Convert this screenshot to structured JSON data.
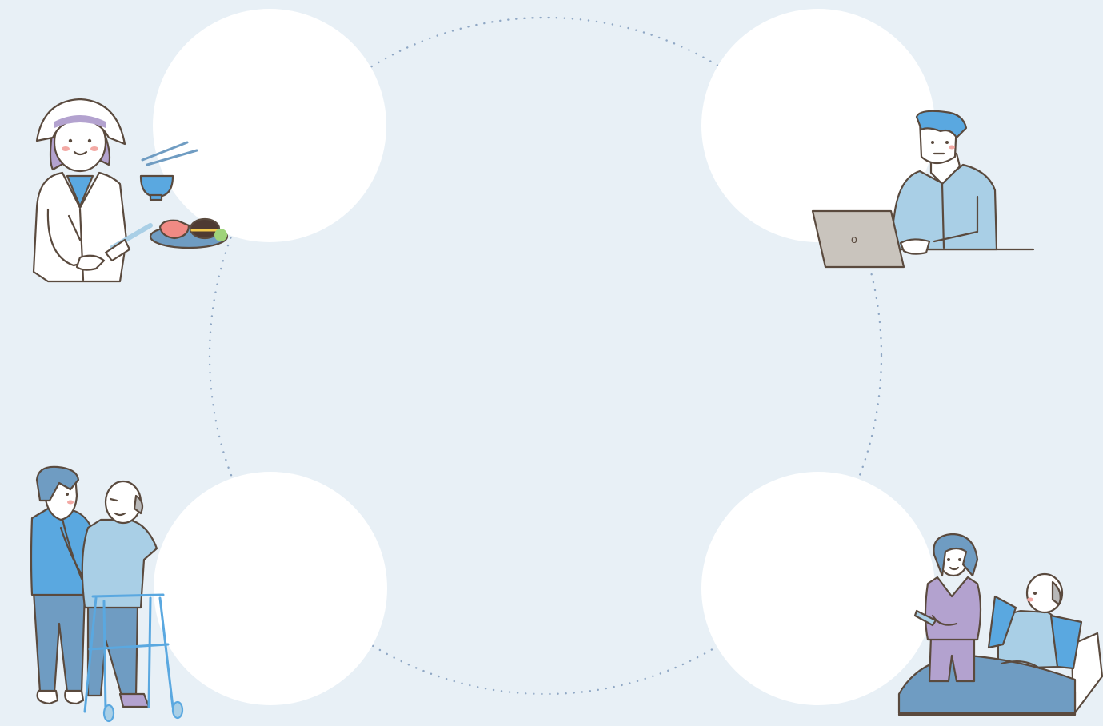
{
  "colors": {
    "background": "#e8f0f6",
    "circle_fill": "#ffffff",
    "dotted_line": "#8fa7c4",
    "outline": "#5a4a3e",
    "blue": "#5aa8e0",
    "light_blue": "#a9cfe6",
    "steel_blue": "#6f9cc2",
    "lavender": "#b3a2cf",
    "skin": "#ffffff",
    "laptop_gray": "#c9c4bd",
    "blush": "#f3a9a4"
  },
  "illustrations": [
    {
      "role": "nutritionist",
      "icon": "nutritionist-with-meal-illustration"
    },
    {
      "role": "office-worker",
      "icon": "office-worker-laptop-illustration"
    },
    {
      "role": "caregiver",
      "icon": "caregiver-walker-illustration"
    },
    {
      "role": "nurse",
      "icon": "nurse-bedside-illustration"
    }
  ]
}
